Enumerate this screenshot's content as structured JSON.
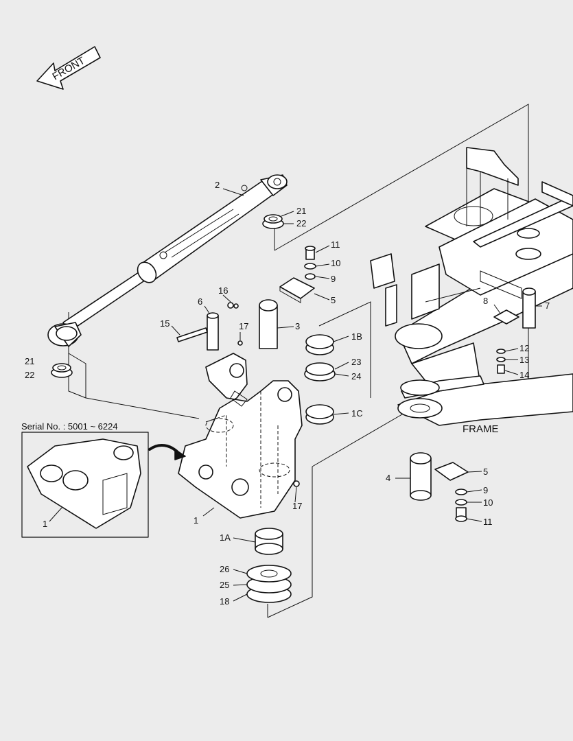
{
  "orientation": {
    "arrow_label": "FRONT"
  },
  "frame_label": "FRAME",
  "serial_box": {
    "label": "Serial No. : 5001 ~ 6224",
    "part_callout": "1"
  },
  "callouts": {
    "c2": "2",
    "c21a": "21",
    "c22a": "22",
    "c21b": "21",
    "c22b": "22",
    "c11a": "11",
    "c10a": "10",
    "c9a": "9",
    "c5a": "5",
    "c6": "6",
    "c16": "16",
    "c15": "15",
    "c17a": "17",
    "c3": "3",
    "c1B": "1B",
    "c23": "23",
    "c24": "24",
    "c1C": "1C",
    "c8": "8",
    "c7": "7",
    "c12": "12",
    "c13": "13",
    "c14": "14",
    "c1": "1",
    "c17b": "17",
    "c1A": "1A",
    "c26": "26",
    "c25": "25",
    "c18": "18",
    "c4": "4",
    "c5b": "5",
    "c9b": "9",
    "c10b": "10",
    "c11b": "11"
  }
}
